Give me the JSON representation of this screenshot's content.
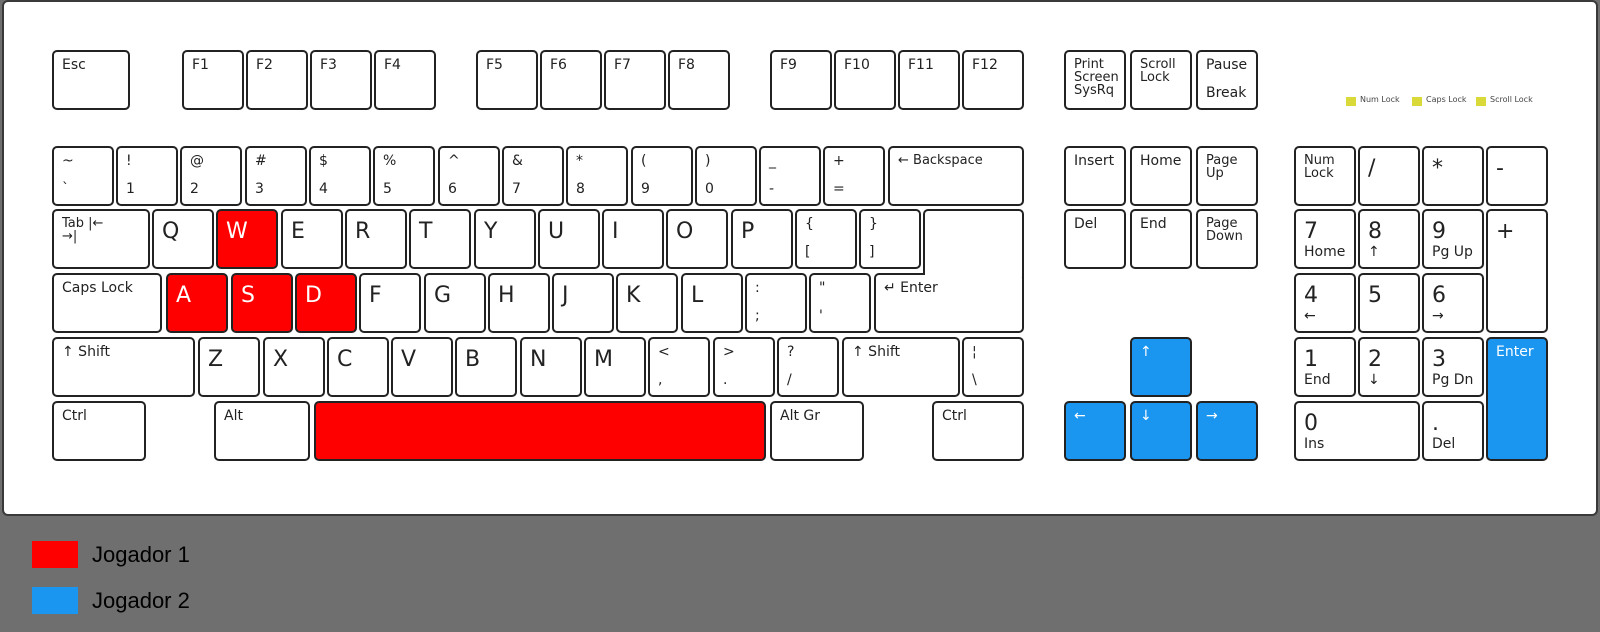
{
  "colors": {
    "player1": "#ff0000",
    "player2": "#1a96f0",
    "led": "#d9d93a",
    "background": "#6f6f6f"
  },
  "leds": [
    "Num Lock",
    "Caps Lock",
    "Scroll Lock"
  ],
  "keys": [
    {
      "id": "esc",
      "t": "Esc"
    },
    {
      "id": "f1",
      "t": "F1"
    },
    {
      "id": "f2",
      "t": "F2"
    },
    {
      "id": "f3",
      "t": "F3"
    },
    {
      "id": "f4",
      "t": "F4"
    },
    {
      "id": "f5",
      "t": "F5"
    },
    {
      "id": "f6",
      "t": "F6"
    },
    {
      "id": "f7",
      "t": "F7"
    },
    {
      "id": "f8",
      "t": "F8"
    },
    {
      "id": "f9",
      "t": "F9"
    },
    {
      "id": "f10",
      "t": "F10"
    },
    {
      "id": "f11",
      "t": "F11"
    },
    {
      "id": "f12",
      "t": "F12"
    },
    {
      "id": "printscreen",
      "t": "Print\nScreen\nSysRq"
    },
    {
      "id": "scrolllock",
      "t": "Scroll\nLock"
    },
    {
      "id": "pause",
      "t": "Pause",
      "b": "Break"
    },
    {
      "id": "tilde",
      "t": "~",
      "b": "`"
    },
    {
      "id": "1",
      "t": "!",
      "b": "1"
    },
    {
      "id": "2",
      "t": "@",
      "b": "2"
    },
    {
      "id": "3",
      "t": "#",
      "b": "3"
    },
    {
      "id": "4",
      "t": "$",
      "b": "4"
    },
    {
      "id": "5",
      "t": "%",
      "b": "5"
    },
    {
      "id": "6",
      "t": "^",
      "b": "6"
    },
    {
      "id": "7",
      "t": "&",
      "b": "7"
    },
    {
      "id": "8",
      "t": "*",
      "b": "8"
    },
    {
      "id": "9",
      "t": "(",
      "b": "9"
    },
    {
      "id": "0",
      "t": ")",
      "b": "0"
    },
    {
      "id": "minus",
      "t": "_",
      "b": "-"
    },
    {
      "id": "equals",
      "t": "+",
      "b": "="
    },
    {
      "id": "backspace",
      "t": "← Backspace"
    },
    {
      "id": "insert",
      "t": "Insert"
    },
    {
      "id": "home",
      "t": "Home"
    },
    {
      "id": "pageup",
      "t": "Page\nUp"
    },
    {
      "id": "numlock",
      "t": "Num\nLock"
    },
    {
      "id": "numdiv",
      "big": "/"
    },
    {
      "id": "nummul",
      "big": "*"
    },
    {
      "id": "numsub",
      "big": "-"
    },
    {
      "id": "tab",
      "t": "Tab   |←\n          →|"
    },
    {
      "id": "q",
      "big": "Q"
    },
    {
      "id": "w",
      "big": "W",
      "hl": "player1"
    },
    {
      "id": "e",
      "big": "E"
    },
    {
      "id": "r",
      "big": "R"
    },
    {
      "id": "t",
      "big": "T"
    },
    {
      "id": "y",
      "big": "Y"
    },
    {
      "id": "u",
      "big": "U"
    },
    {
      "id": "i",
      "big": "I"
    },
    {
      "id": "o",
      "big": "O"
    },
    {
      "id": "p",
      "big": "P"
    },
    {
      "id": "lbrace",
      "t": "{",
      "b": "["
    },
    {
      "id": "rbrace",
      "t": "}",
      "b": "]"
    },
    {
      "id": "del",
      "t": "Del"
    },
    {
      "id": "end",
      "t": "End"
    },
    {
      "id": "pagedown",
      "t": "Page\nDown"
    },
    {
      "id": "num7",
      "big": "7",
      "b": "Home"
    },
    {
      "id": "num8",
      "big": "8",
      "b": "↑"
    },
    {
      "id": "num9",
      "big": "9",
      "b": "Pg Up"
    },
    {
      "id": "numadd",
      "big": "+"
    },
    {
      "id": "capslock",
      "t": "Caps Lock"
    },
    {
      "id": "a",
      "big": "A",
      "hl": "player1"
    },
    {
      "id": "s",
      "big": "S",
      "hl": "player1"
    },
    {
      "id": "d",
      "big": "D",
      "hl": "player1"
    },
    {
      "id": "f",
      "big": "F"
    },
    {
      "id": "g",
      "big": "G"
    },
    {
      "id": "h",
      "big": "H"
    },
    {
      "id": "j",
      "big": "J"
    },
    {
      "id": "k",
      "big": "K"
    },
    {
      "id": "l",
      "big": "L"
    },
    {
      "id": "semicolon",
      "t": ":",
      "b": ";"
    },
    {
      "id": "quote",
      "t": "\"",
      "b": "'"
    },
    {
      "id": "enter",
      "t": "↵ Enter"
    },
    {
      "id": "num4",
      "big": "4",
      "b": "←"
    },
    {
      "id": "num5",
      "big": "5"
    },
    {
      "id": "num6",
      "big": "6",
      "b": "→"
    },
    {
      "id": "lshift",
      "t": "↑ Shift"
    },
    {
      "id": "z",
      "big": "Z"
    },
    {
      "id": "x",
      "big": "X"
    },
    {
      "id": "c",
      "big": "C"
    },
    {
      "id": "v",
      "big": "V"
    },
    {
      "id": "bkey",
      "big": "B"
    },
    {
      "id": "n",
      "big": "N"
    },
    {
      "id": "m",
      "big": "M"
    },
    {
      "id": "comma",
      "t": "<",
      "b": ","
    },
    {
      "id": "period",
      "t": ">",
      "b": "."
    },
    {
      "id": "slash",
      "t": "?",
      "b": "/"
    },
    {
      "id": "rshift",
      "t": "↑ Shift"
    },
    {
      "id": "backslash",
      "t": "¦",
      "b": "\\"
    },
    {
      "id": "up",
      "t": "↑",
      "hl": "player2"
    },
    {
      "id": "num1",
      "big": "1",
      "b": "End"
    },
    {
      "id": "num2",
      "big": "2",
      "b": "↓"
    },
    {
      "id": "num3",
      "big": "3",
      "b": "Pg Dn"
    },
    {
      "id": "numenter",
      "t": "Enter",
      "hl": "player2"
    },
    {
      "id": "lctrl",
      "t": "Ctrl"
    },
    {
      "id": "alt",
      "t": "Alt"
    },
    {
      "id": "space",
      "hl": "player1"
    },
    {
      "id": "altgr",
      "t": "Alt Gr"
    },
    {
      "id": "rctrl",
      "t": "Ctrl"
    },
    {
      "id": "left",
      "t": "←",
      "hl": "player2"
    },
    {
      "id": "down",
      "t": "↓",
      "hl": "player2"
    },
    {
      "id": "right",
      "t": "→",
      "hl": "player2"
    },
    {
      "id": "num0",
      "big": "0",
      "b": "Ins"
    },
    {
      "id": "numdot",
      "big": ".",
      "b": "Del"
    }
  ],
  "legend": [
    {
      "label": "Jogador 1",
      "color": "player1"
    },
    {
      "label": "Jogador 2",
      "color": "player2"
    }
  ]
}
